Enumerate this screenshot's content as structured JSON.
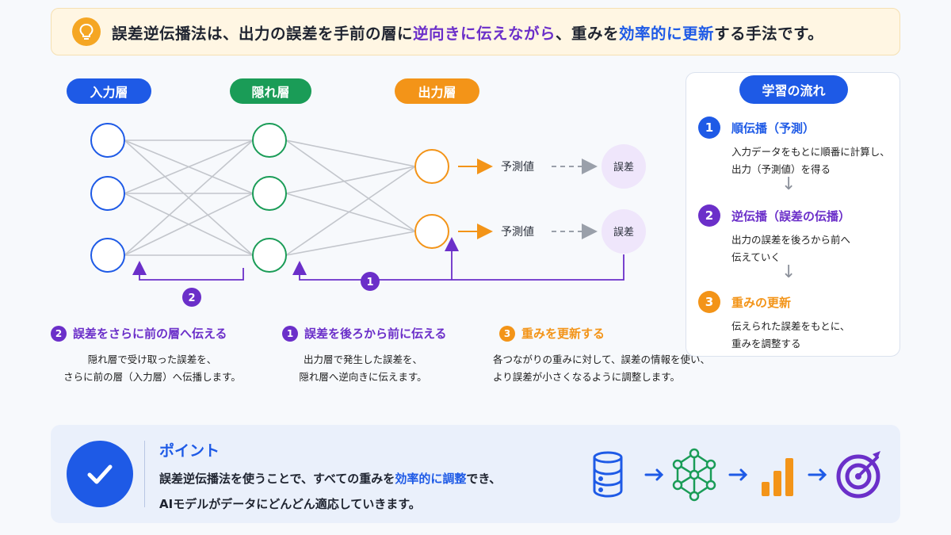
{
  "banner": {
    "text_a": "誤差逆伝播法は、出力の誤差を手前の層に",
    "text_b": "逆向きに伝えながら",
    "text_c": "、重みを",
    "text_d": "効率的に更新",
    "text_e": "する手法です。"
  },
  "layers": {
    "input": "入力層",
    "hidden": "隠れ層",
    "output": "出力層"
  },
  "outputs": [
    {
      "prediction": "予測値",
      "error": "誤差"
    },
    {
      "prediction": "予測値",
      "error": "誤差"
    }
  ],
  "badges": {
    "back_to_hidden": "1",
    "back_to_input": "2"
  },
  "flow": {
    "title": "学習の流れ",
    "steps": [
      {
        "num": "1",
        "title": "順伝播（予測）",
        "desc1": "入力データをもとに順番に計算し、",
        "desc2": "出力（予測値）を得る"
      },
      {
        "num": "2",
        "title": "逆伝播（誤差の伝播）",
        "desc1": "出力の誤差を後ろから前へ",
        "desc2": "伝えていく"
      },
      {
        "num": "3",
        "title": "重みの更新",
        "desc1": "伝えられた誤差をもとに、",
        "desc2": "重みを調整する"
      }
    ],
    "arrow": "↓"
  },
  "explanations": {
    "e2": {
      "num": "2",
      "title": "誤差をさらに前の層へ伝える",
      "line1": "隠れ層で受け取った誤差を、",
      "line2": "さらに前の層（入力層）へ伝播します。"
    },
    "e1": {
      "num": "1",
      "title": "誤差を後ろから前に伝える",
      "line1": "出力層で発生した誤差を、",
      "line2": "隠れ層へ逆向きに伝えます。"
    },
    "e3": {
      "num": "3",
      "title": "重みを更新する",
      "line1": "各つながりの重みに対して、誤差の情報を使い、",
      "line2": "より誤差が小さくなるように調整します。"
    }
  },
  "point": {
    "title": "ポイント",
    "line1_a": "誤差逆伝播法を使うことで、すべての重みを",
    "line1_b": "効率的に調整",
    "line1_c": "でき、",
    "line2": "AIモデルがデータにどんどん適応していきます。"
  },
  "pipeline_icons": [
    "database-icon",
    "network-icon",
    "bar-chart-icon",
    "target-icon"
  ],
  "colors": {
    "blue": "#1e5ae6",
    "green": "#1a9c57",
    "orange": "#f39418",
    "purple": "#6b2fc9",
    "error_fill": "#efe6fb"
  }
}
